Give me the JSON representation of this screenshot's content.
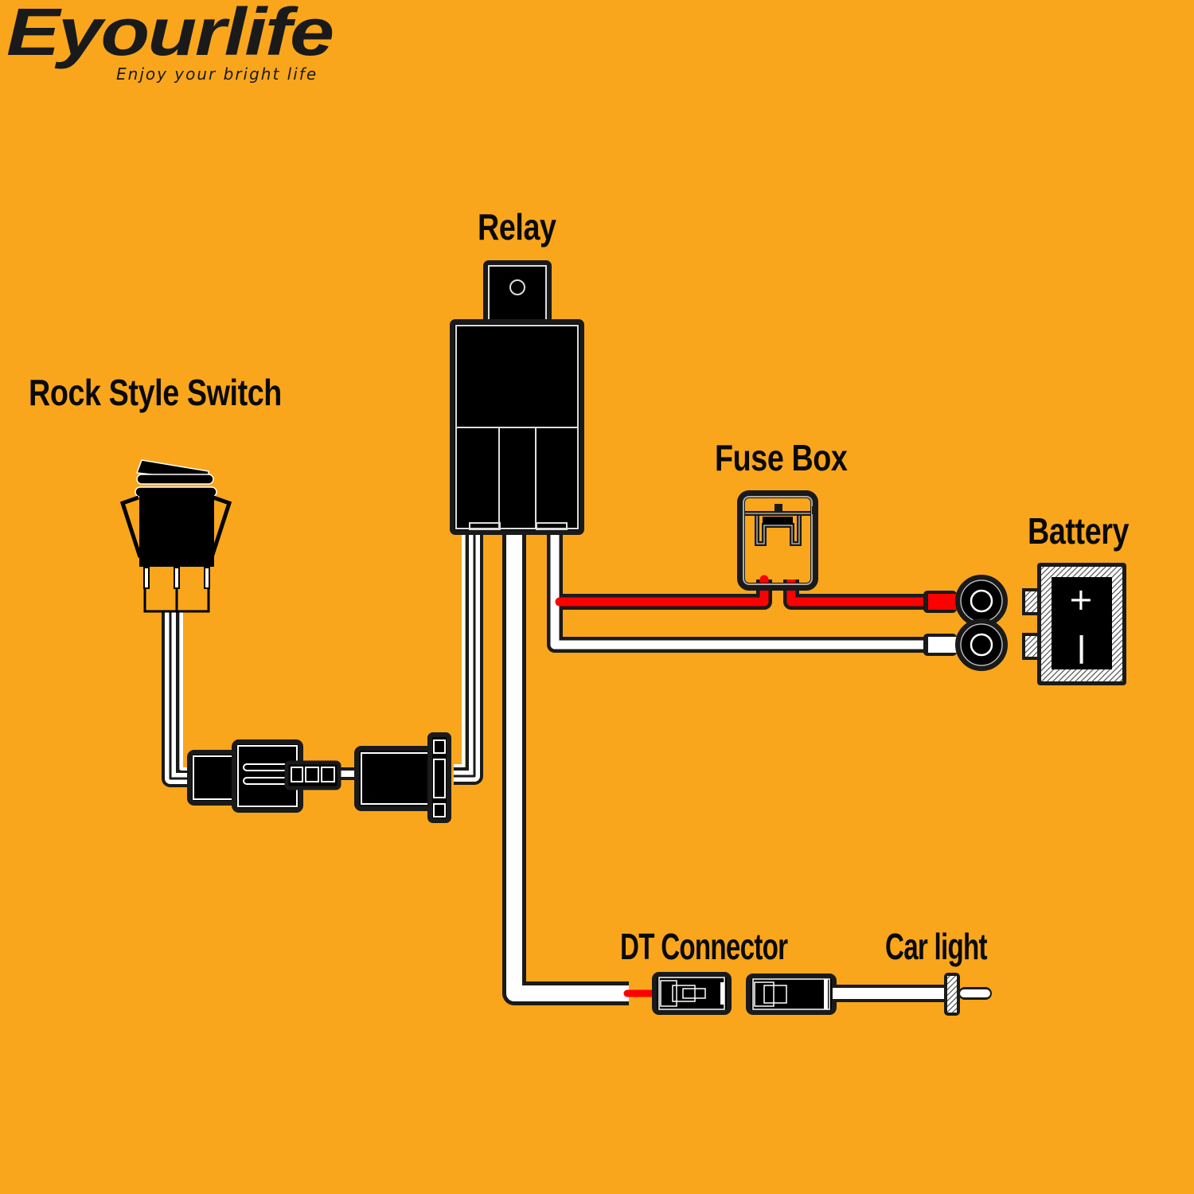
{
  "brand": {
    "logo_text": "Eyourlife",
    "tagline": "Enjoy your bright life"
  },
  "labels": {
    "relay": "Relay",
    "switch": "Rock Style Switch",
    "fuse_box": "Fuse Box",
    "battery": "Battery",
    "dt_connector": "DT Connector",
    "car_light": "Car light"
  },
  "battery_terminals": {
    "positive": "+",
    "negative": "|"
  },
  "colors": {
    "background": "#F9A61C",
    "outline": "#1a1a1a",
    "wire_positive": "#FF0000",
    "wire_neutral": "#FFFFFF",
    "component": "#000000"
  }
}
